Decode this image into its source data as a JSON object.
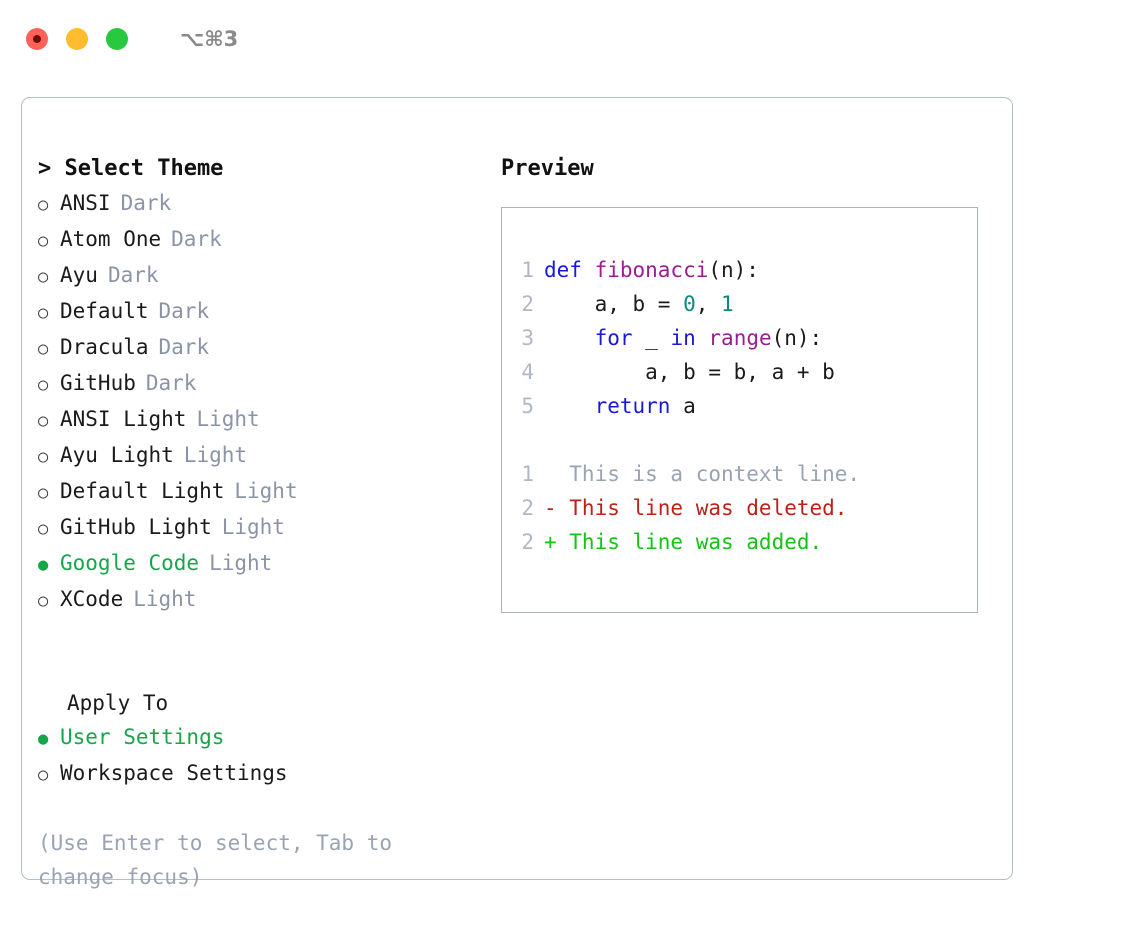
{
  "titlebar": {
    "shortcut": "⌥⌘3",
    "buttons": [
      {
        "name": "close",
        "color": "#ff6159"
      },
      {
        "name": "minimize",
        "color": "#febc2e"
      },
      {
        "name": "maximize",
        "color": "#28c840"
      }
    ]
  },
  "theme_list": {
    "header": "> Select Theme",
    "items": [
      {
        "bullet": "○",
        "label": "ANSI",
        "category": "Dark",
        "selected": false
      },
      {
        "bullet": "○",
        "label": "Atom One",
        "category": "Dark",
        "selected": false
      },
      {
        "bullet": "○",
        "label": "Ayu",
        "category": "Dark",
        "selected": false
      },
      {
        "bullet": "○",
        "label": "Default",
        "category": "Dark",
        "selected": false
      },
      {
        "bullet": "○",
        "label": "Dracula",
        "category": "Dark",
        "selected": false
      },
      {
        "bullet": "○",
        "label": "GitHub",
        "category": "Dark",
        "selected": false
      },
      {
        "bullet": "○",
        "label": "ANSI Light",
        "category": "Light",
        "selected": false
      },
      {
        "bullet": "○",
        "label": "Ayu Light",
        "category": "Light",
        "selected": false
      },
      {
        "bullet": "○",
        "label": "Default Light",
        "category": "Light",
        "selected": false
      },
      {
        "bullet": "○",
        "label": "GitHub Light",
        "category": "Light",
        "selected": false
      },
      {
        "bullet": "●",
        "label": "Google Code",
        "category": "Light",
        "selected": true
      },
      {
        "bullet": "○",
        "label": "XCode",
        "category": "Light",
        "selected": false
      }
    ]
  },
  "apply_to": {
    "title": "Apply To",
    "items": [
      {
        "bullet": "●",
        "label": "User Settings",
        "selected": true
      },
      {
        "bullet": "○",
        "label": "Workspace Settings",
        "selected": false
      }
    ]
  },
  "hint": "(Use Enter to select, Tab to change focus)",
  "preview": {
    "title": "Preview",
    "code_lines": [
      {
        "num": "1",
        "tokens": [
          {
            "t": "def ",
            "c": "kw"
          },
          {
            "t": "fibonacci",
            "c": "fn"
          },
          {
            "t": "(n):",
            "c": "pl"
          }
        ]
      },
      {
        "num": "2",
        "tokens": [
          {
            "t": "    a, b = ",
            "c": "pl"
          },
          {
            "t": "0",
            "c": "num"
          },
          {
            "t": ", ",
            "c": "pl"
          },
          {
            "t": "1",
            "c": "num"
          }
        ]
      },
      {
        "num": "3",
        "tokens": [
          {
            "t": "    ",
            "c": "pl"
          },
          {
            "t": "for",
            "c": "kw"
          },
          {
            "t": " _ ",
            "c": "pl"
          },
          {
            "t": "in",
            "c": "kw"
          },
          {
            "t": " ",
            "c": "pl"
          },
          {
            "t": "range",
            "c": "fn"
          },
          {
            "t": "(n):",
            "c": "pl"
          }
        ]
      },
      {
        "num": "4",
        "tokens": [
          {
            "t": "        a, b = b, a + b",
            "c": "pl"
          }
        ]
      },
      {
        "num": "5",
        "tokens": [
          {
            "t": "    ",
            "c": "pl"
          },
          {
            "t": "return",
            "c": "kw"
          },
          {
            "t": " a",
            "c": "pl"
          }
        ]
      }
    ],
    "diff_lines": [
      {
        "num": "1",
        "text": "  This is a context line.",
        "c": "ctx"
      },
      {
        "num": "2",
        "text": "- This line was deleted.",
        "c": "del"
      },
      {
        "num": "2",
        "text": "+ This line was added.",
        "c": "add"
      }
    ]
  },
  "colors": {
    "accent_green": "#16a64a",
    "muted": "#8b94a6",
    "hint": "#9aa3b2",
    "keyword": "#1a1ad6",
    "function": "#9c1d8f",
    "number": "#0d8a7a",
    "diff_deleted": "#bf2119",
    "diff_added": "#13c413",
    "border": "#b5bdc9"
  }
}
